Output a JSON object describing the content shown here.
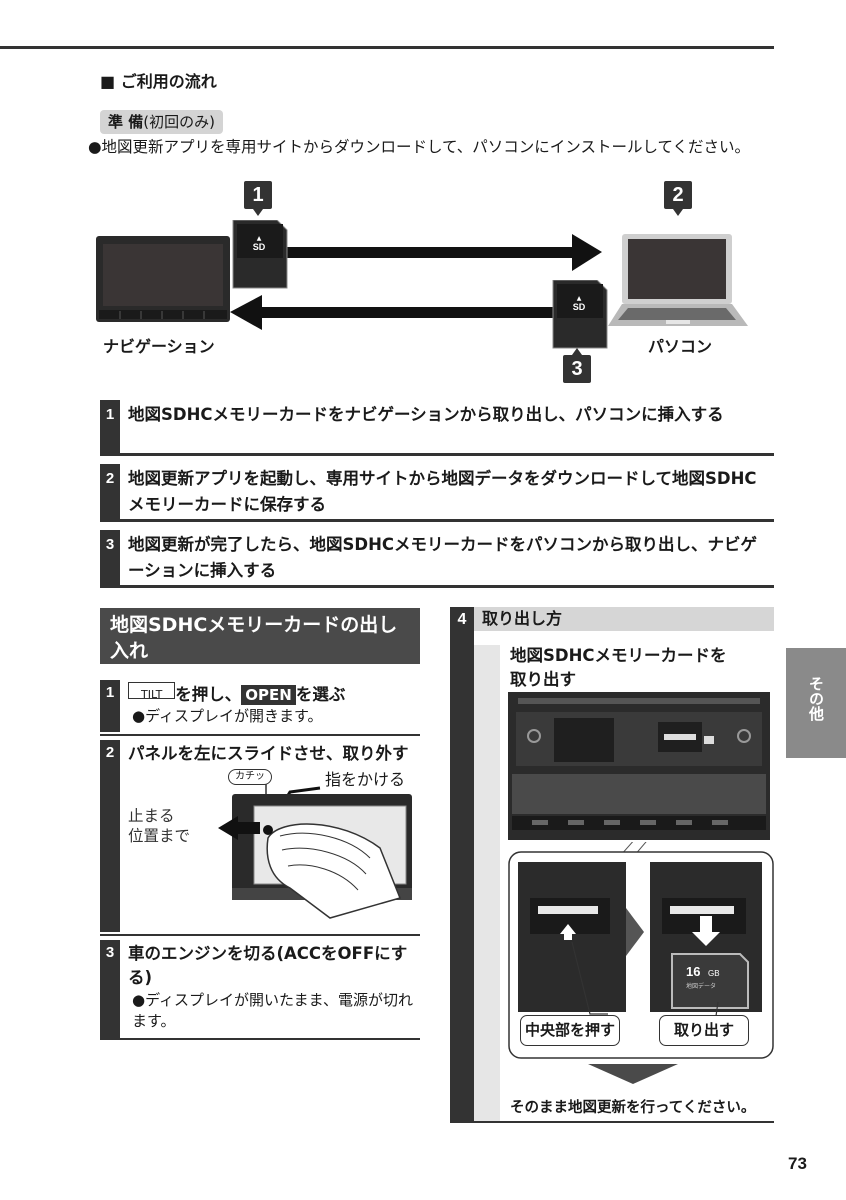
{
  "page": {
    "section_heading": "■ ご利用の流れ",
    "page_number": "73",
    "side_tab": "その他"
  },
  "prep": {
    "badge_bold": "準 備",
    "badge_note": "(初回のみ)",
    "text": "●地図更新アプリを専用サイトからダウンロードして、パソコンにインストールしてください。"
  },
  "diagram": {
    "navi_label": "ナビゲーション",
    "pc_label": "パソコン",
    "badges": [
      "1",
      "2",
      "3"
    ]
  },
  "steps": [
    {
      "num": "1",
      "text": "地図SDHCメモリーカードをナビゲーションから取り出し、パソコンに挿入する"
    },
    {
      "num": "2",
      "text": "地図更新アプリを起動し、専用サイトから地図データをダウンロードして地図SDHCメモリーカードに保存する"
    },
    {
      "num": "3",
      "text": "地図更新が完了したら、地図SDHCメモリーカードをパソコンから取り出し、ナビゲーションに挿入する"
    }
  ],
  "left": {
    "header": "地図SDHCメモリーカードの出し入れ",
    "s1": {
      "num": "1",
      "tilt": "TILT",
      "pre": "を押し、",
      "open": "OPEN",
      "post": "を選ぶ",
      "note": "●ディスプレイが開きます。"
    },
    "s2": {
      "num": "2",
      "title": "パネルを左にスライドさせ、取り外す",
      "click": "カチッ",
      "finger": "指をかける",
      "stop1": "止まる",
      "stop2": "位置まで"
    },
    "s3": {
      "num": "3",
      "title": "車のエンジンを切る(ACCをOFFにする)",
      "note": "●ディスプレイが開いたまま、電源が切れます。"
    }
  },
  "right": {
    "num": "4",
    "head": "取り出し方",
    "title_line1": "地図SDHCメモリーカードを",
    "title_line2": "取り出す",
    "press_label": "中央部を押す",
    "remove_label": "取り出す",
    "card_capacity": "16",
    "card_unit": "GB",
    "card_sub": "地図データ",
    "footer": "そのまま地図更新を行ってください。"
  }
}
